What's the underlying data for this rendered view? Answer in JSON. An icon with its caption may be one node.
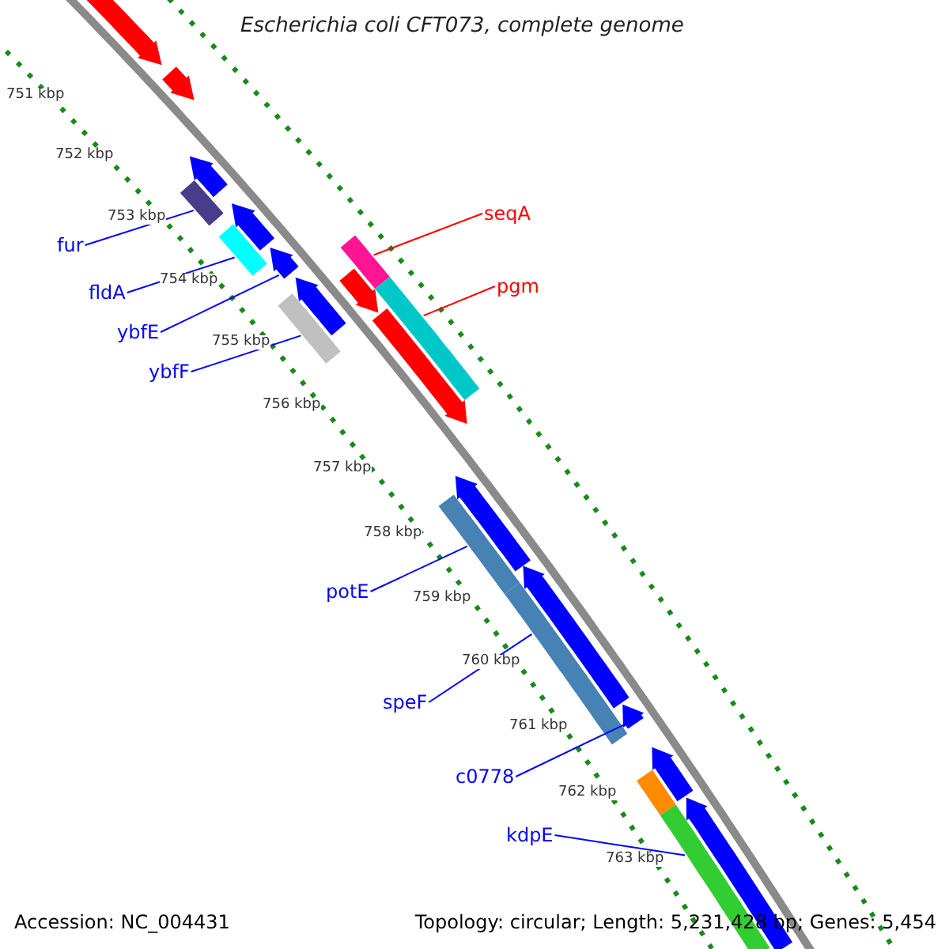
{
  "diagram": {
    "title": "Escherichia coli CFT073, complete genome",
    "nodes": [
      {
        "text": [
          "seqA"
        ]
      },
      {
        "text": [
          "pgm"
        ]
      },
      {
        "text": [
          "fur"
        ]
      },
      {
        "text": [
          "fldA"
        ]
      },
      {
        "text": [
          "ybfE"
        ]
      },
      {
        "text": [
          "ybfF"
        ]
      },
      {
        "text": [
          "potE"
        ]
      },
      {
        "text": [
          "speF"
        ]
      },
      {
        "text": [
          "c0778"
        ]
      },
      {
        "text": [
          "kdpE"
        ]
      },
      {
        "text": [],
        "shape": "arrow"
      },
      {
        "text": [],
        "shape": "arrow"
      },
      {
        "text": [],
        "shape": "arrow"
      },
      {
        "text": [],
        "shape": "bar"
      },
      {
        "text": [],
        "shape": "arrow"
      },
      {
        "text": [],
        "shape": "bar"
      },
      {
        "text": [],
        "shape": "arrow"
      },
      {
        "text": [],
        "shape": "arrow"
      },
      {
        "text": [],
        "shape": "bar"
      },
      {
        "text": [],
        "shape": "bar"
      },
      {
        "text": [],
        "shape": "arrow"
      },
      {
        "text": [],
        "shape": "bar"
      },
      {
        "text": [],
        "shape": "arrow"
      },
      {
        "text": [],
        "shape": "arrow"
      },
      {
        "text": [],
        "shape": "bar"
      },
      {
        "text": [],
        "shape": "arrow"
      },
      {
        "text": [],
        "shape": "bar"
      },
      {
        "text": [],
        "shape": "arrow"
      },
      {
        "text": [],
        "shape": "arrow"
      },
      {
        "text": [],
        "shape": "bar"
      },
      {
        "text": [],
        "shape": "bar"
      },
      {
        "text": [],
        "shape": "arrow"
      }
    ],
    "edges": [
      {
        "from": 0,
        "to": 18,
        "arrow": "none",
        "color": "#ff0000"
      },
      {
        "from": 1,
        "to": 21,
        "arrow": "none",
        "color": "#ff0000"
      },
      {
        "from": 2,
        "to": 13,
        "arrow": "none"
      },
      {
        "from": 3,
        "to": 15,
        "arrow": "none"
      },
      {
        "from": 4,
        "to": 16,
        "arrow": "none"
      },
      {
        "from": 5,
        "to": 19,
        "arrow": "none"
      },
      {
        "from": 6,
        "to": 24,
        "arrow": "none"
      },
      {
        "from": 7,
        "to": 26,
        "arrow": "none"
      },
      {
        "from": 8,
        "to": 27,
        "arrow": "none"
      },
      {
        "from": 9,
        "to": 30,
        "arrow": "none"
      }
    ],
    "labels": [
      "751 kbp",
      "752 kbp",
      "753 kbp",
      "754 kbp",
      "755 kbp",
      "756 kbp",
      "757 kbp",
      "758 kbp",
      "759 kbp",
      "760 kbp",
      "761 kbp",
      "762 kbp",
      "763 kbp",
      "Accession: NC_004431",
      "Topology: circular; Length: 5,231,428 bp; Genes: 5,454"
    ]
  }
}
